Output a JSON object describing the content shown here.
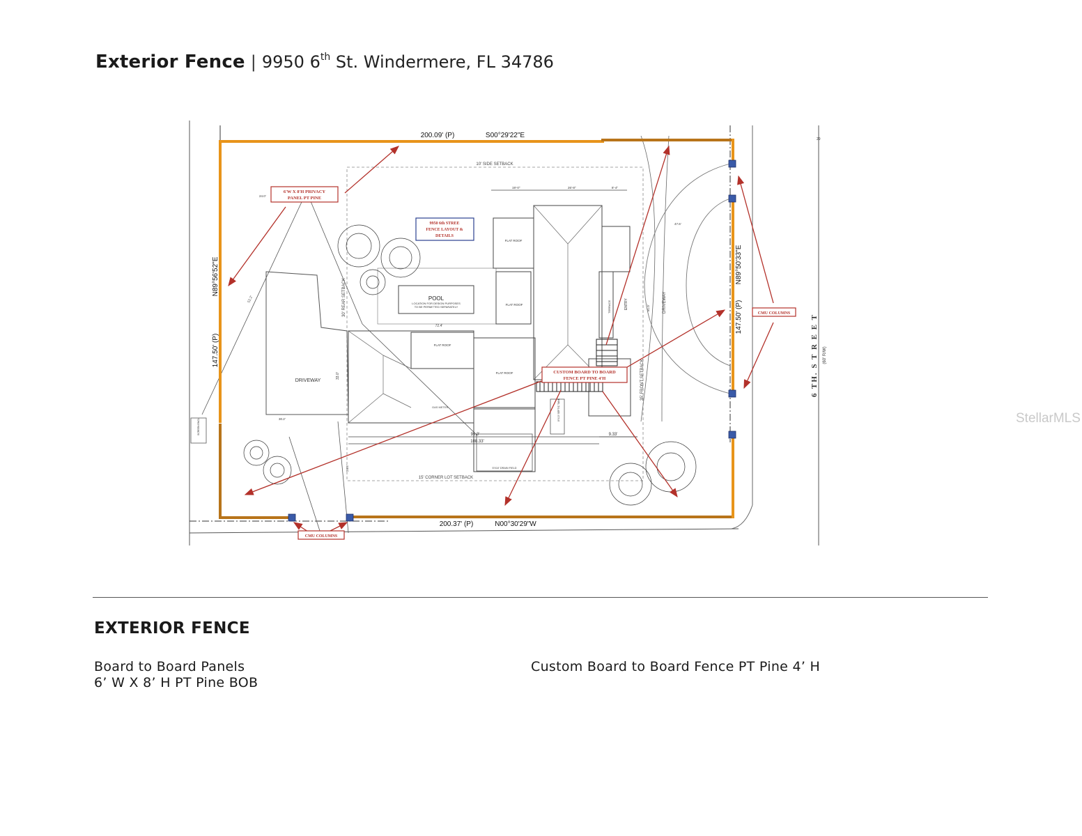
{
  "header": {
    "title": "Exterior Fence",
    "separator": "|",
    "address_number": "9950 6",
    "address_sup": "th",
    "address_rest": " St. Windermere, FL 34786"
  },
  "plan": {
    "top_boundary": "200.09' (P)",
    "top_bearing": "S00°29'22\"E",
    "bottom_boundary": "200.37' (P)",
    "bottom_bearing": "N00°30'29\"W",
    "left_boundary": "147.50' (P)",
    "left_bearing": "N89°56'52\"E",
    "right_boundary": "147.50' (P)",
    "right_bearing": "N89°50'33\"E",
    "side_setback": "10' SIDE SETBACK",
    "rear_setback": "30' REAR SETBACK",
    "front_setback": "35' FRONT SETBACK",
    "corner_setback": "15' CORNER LOT SETBACK",
    "privacy_panel_line1": "6'W X 8'H PRIVACY",
    "privacy_panel_line2": "PANEL PT PINE",
    "info_line1": "9950 6th STREE",
    "info_line2": "FENCE LAYOUT &",
    "info_line3": "DETAILS",
    "custom_fence_line1": "CUSTOM BOARD TO BOARD",
    "custom_fence_line2": "FENCE PT PINE 4'H",
    "cmu_columns_right": "CMU COLUMNS",
    "cmu_columns_bottom": "CMU COLUMNS",
    "pool": "POOL",
    "pool_note1": "LOCATION FOR DESIGN PURPOSES",
    "pool_note2": "TO BE PERMITTED SEPARATELY",
    "flat_roof": "FLAT ROOF",
    "driveway_left": "DRIVEWAY",
    "driveway_right": "DRIVEWAY",
    "entry": "ENTRY",
    "terrace": "TERRACE",
    "street": "6 TH.   S T R E E T",
    "row": "(60' R/W)",
    "dim_99": "99.0'",
    "dim_108": "108.33'",
    "dim_933": "9.33'",
    "dim_33": "33.0'",
    "dim_30": "30.2'",
    "dim_24": "24.0'",
    "dim_24b": "24.5'",
    "dim_476": "47.6'",
    "dim_810": "81.0'",
    "dim_724": "72.4'",
    "dim_190": "19'-0\"",
    "dim_266": "26'-8\"",
    "dim_84": "8'-4\"",
    "dim_522": "52.2'",
    "dim_29": "29",
    "gas_meter": "GAS METER",
    "slab_note": "5'X10' DRAIN FIELD",
    "septic": "8'X13' SEPTIC TANK",
    "corner_left": "SCREEN ENCL."
  },
  "details": {
    "section_title": "EXTERIOR FENCE",
    "left_line1": "Board to Board Panels",
    "left_line2": "6’ W X 8’ H PT Pine BOB",
    "right_line1": "Custom Board to Board Fence PT Pine 4’ H"
  },
  "watermark": "StellarMLS",
  "colors": {
    "fence_orange": "#e8941a",
    "fence_brown": "#b8741a",
    "arrow_red": "#b3312a",
    "column_blue": "#3a5aa8",
    "info_border": "#2a3f8f"
  }
}
